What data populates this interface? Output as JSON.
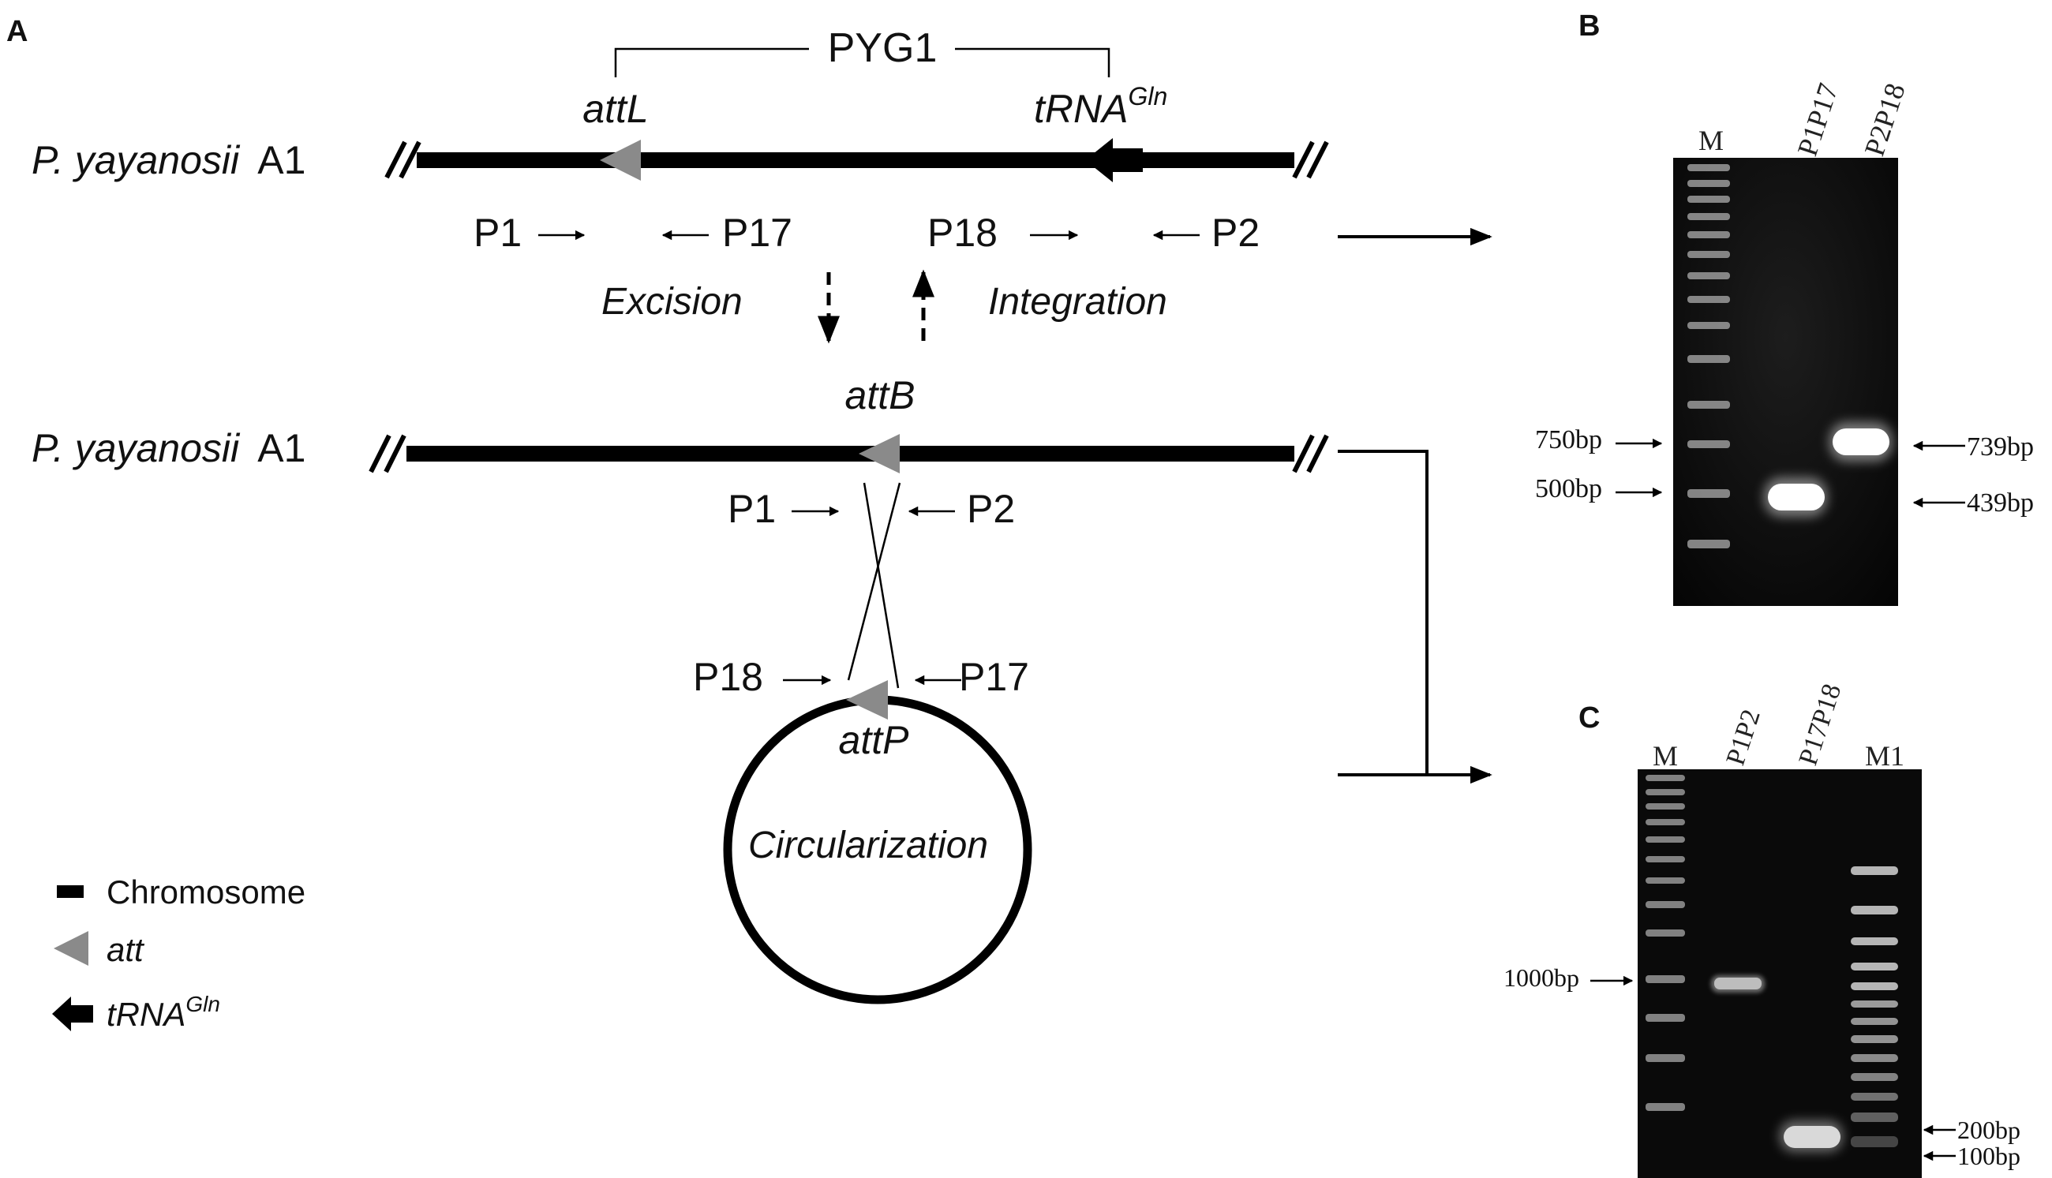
{
  "panels": {
    "a": "A",
    "b": "B",
    "c": "C"
  },
  "organism": {
    "species": "P. yayanosii",
    "strain": "A1"
  },
  "diagram": {
    "island": "PYG1",
    "attL": "attL",
    "trna_base": "tRNA",
    "trna_sup": "Gln",
    "attB": "attB",
    "attP": "attP",
    "excision": "Excision",
    "integration": "Integration",
    "circularization": "Circularization",
    "primers": {
      "p1": "P1",
      "p2": "P2",
      "p17": "P17",
      "p18": "P18"
    }
  },
  "legend": {
    "chromosome": "Chromosome",
    "att": "att",
    "trna_base": "tRNA",
    "trna_sup": "Gln"
  },
  "gel_b": {
    "lanes": [
      "M",
      "P1P17",
      "P2P18"
    ],
    "left_markers": [
      "750bp",
      "500bp"
    ],
    "right_markers": [
      "739bp",
      "439bp"
    ]
  },
  "gel_c": {
    "lanes": [
      "M",
      "P1P2",
      "P17P18",
      "M1"
    ],
    "left_markers": [
      "1000bp"
    ],
    "right_markers": [
      "200bp",
      "100bp"
    ]
  },
  "colors": {
    "line": "#000000",
    "att": "#8a8a8a",
    "gel": "#0b0b0b"
  }
}
